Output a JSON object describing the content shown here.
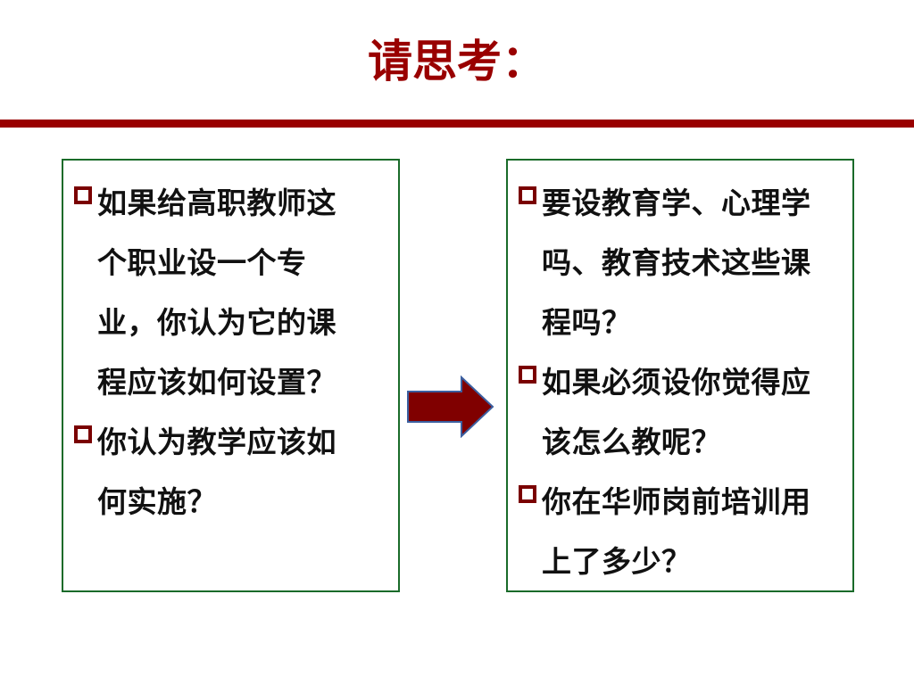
{
  "title": "请思考：",
  "left_box": {
    "bullets": [
      "如果给高职教师这个职业设一个专业，你认为它的课程应该如何设置？",
      "你认为教学应该如何实施？"
    ]
  },
  "right_box": {
    "bullets": [
      "要设教育学、心理学吗、教育技术这些课程吗？",
      "如果必须设你觉得应该怎么教呢？",
      "你在华师岗前培训用上了多少？"
    ]
  },
  "colors": {
    "accent": "#990000",
    "box_border": "#1a6b2a",
    "arrow_fill": "#800000",
    "arrow_stroke": "#3b5fa0"
  },
  "icons": {
    "bullet": "square-bullet-icon",
    "arrow": "right-arrow-icon"
  }
}
